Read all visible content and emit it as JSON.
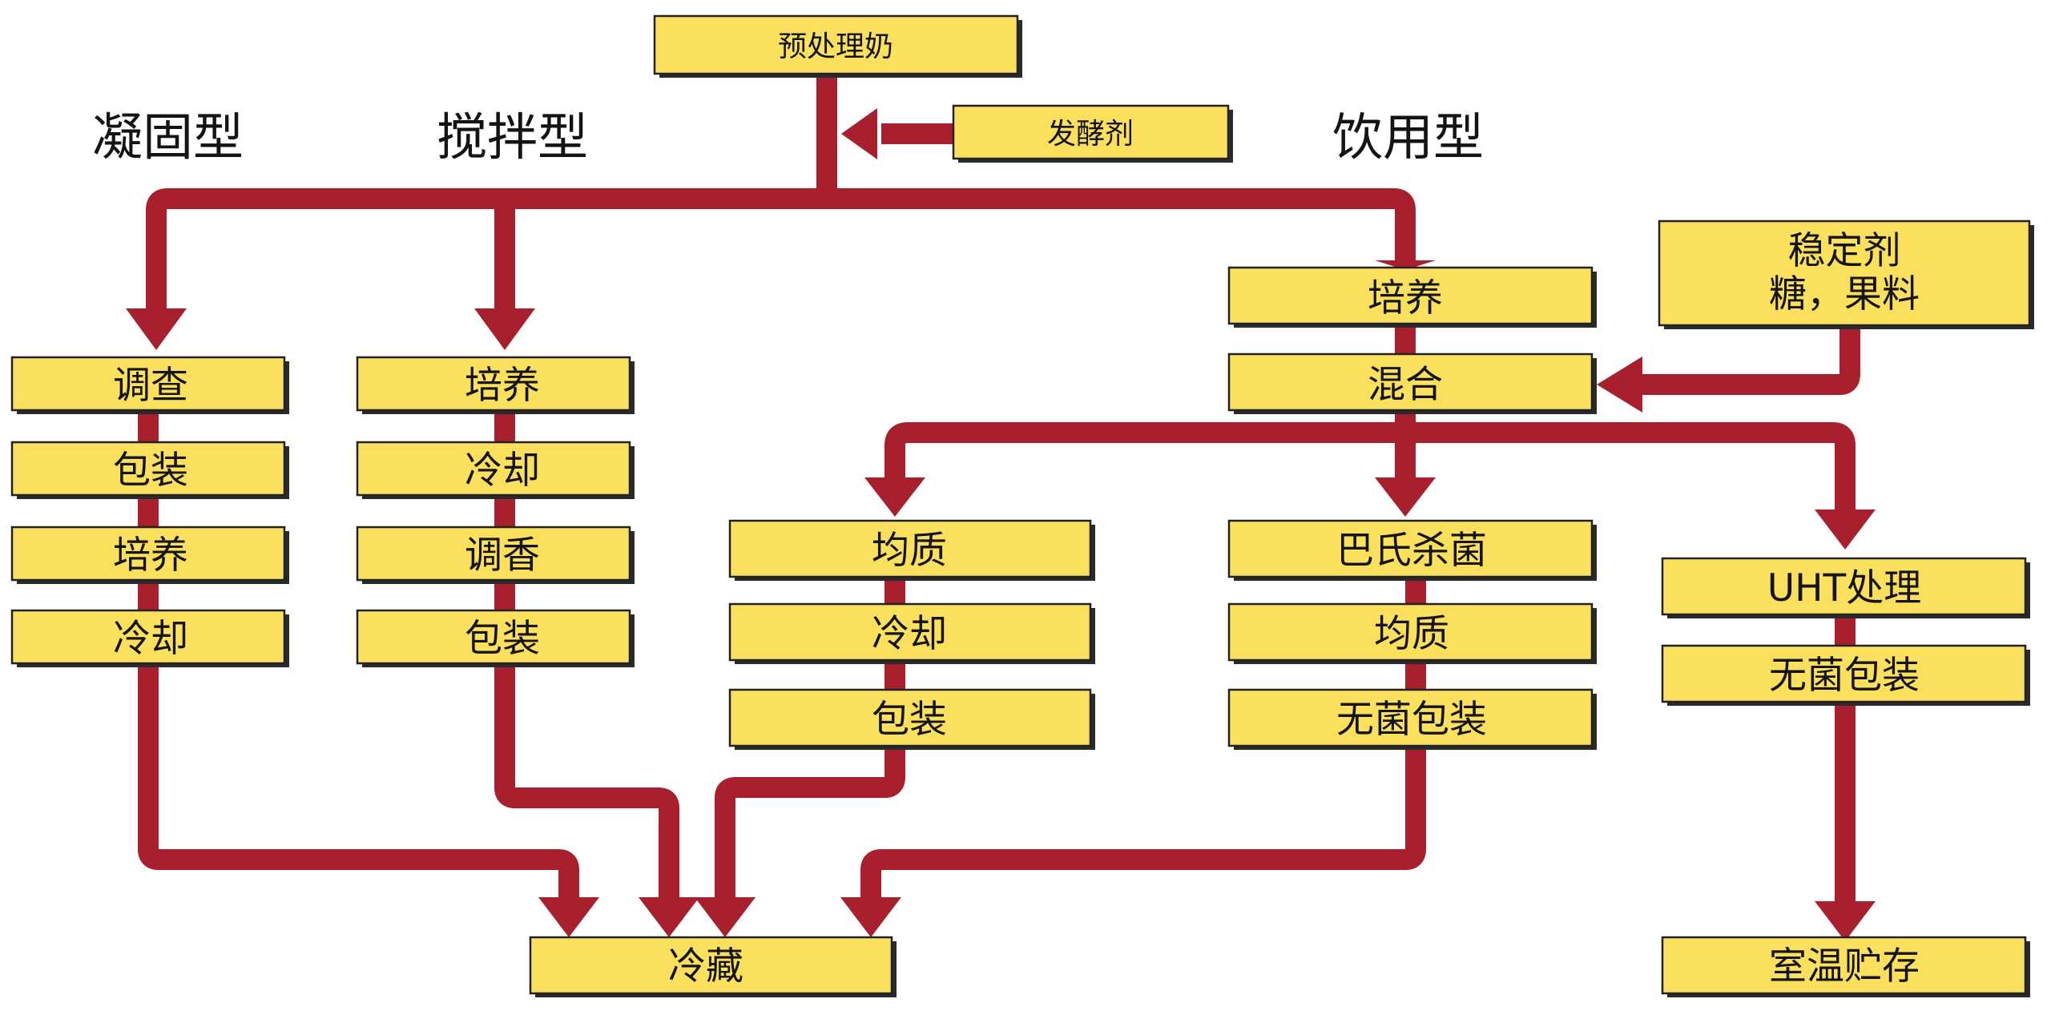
{
  "headings": {
    "set_type": "凝固型",
    "stirred_type": "搅拌型",
    "drinking_type": "饮用型"
  },
  "inputs": {
    "pretreated_milk": "预处理奶",
    "starter": "发酵剂",
    "stabilizer_line1": "稳定剂",
    "stabilizer_line2": "糖，果料"
  },
  "set_type_steps": [
    "调查",
    "包装",
    "培养",
    "冷却"
  ],
  "stirred_type_steps": [
    "培养",
    "冷却",
    "调香",
    "包装"
  ],
  "drinking_type_steps": {
    "culture": "培养",
    "mixing": "混合",
    "homogenize_branch": [
      "均质",
      "冷却",
      "包装"
    ],
    "pasteurize_branch": [
      "巴氏杀菌",
      "均质",
      "无菌包装"
    ],
    "uht_branch": [
      "UHT处理",
      "无菌包装"
    ]
  },
  "outputs": {
    "cold_storage": "冷藏",
    "ambient_storage": "室温贮存"
  },
  "colors": {
    "box_fill": "#fbe05e",
    "arrow": "#a8202e",
    "outline": "#222222"
  }
}
